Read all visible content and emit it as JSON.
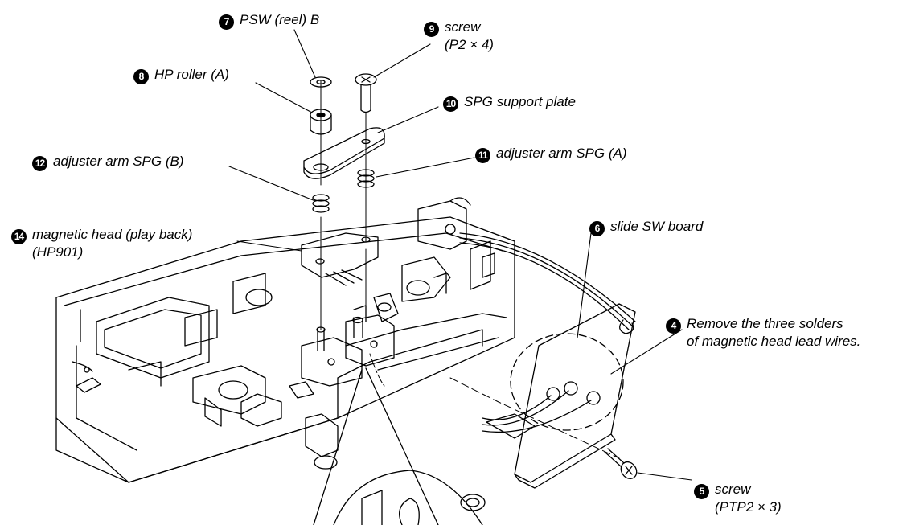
{
  "callouts": [
    {
      "id": "c7",
      "number": "7",
      "text": "PSW (reel) B",
      "text2": ""
    },
    {
      "id": "c9",
      "number": "9",
      "text": "screw",
      "text2": "(P2 × 4)"
    },
    {
      "id": "c8",
      "number": "8",
      "text": "HP roller (A)",
      "text2": ""
    },
    {
      "id": "c10",
      "number": "10",
      "text": "SPG support plate",
      "text2": ""
    },
    {
      "id": "c12",
      "number": "12",
      "text": "adjuster arm SPG (B)",
      "text2": ""
    },
    {
      "id": "c11",
      "number": "11",
      "text": "adjuster arm SPG (A)",
      "text2": ""
    },
    {
      "id": "c14",
      "number": "14",
      "text": "magnetic head (play back)",
      "text2": "(HP901)"
    },
    {
      "id": "c6",
      "number": "6",
      "text": "slide SW board",
      "text2": ""
    },
    {
      "id": "c4",
      "number": "4",
      "text": "Remove the three solders",
      "text2": "of magnetic head lead wires."
    },
    {
      "id": "c5",
      "number": "5",
      "text": "screw",
      "text2": "(PTP2 × 3)"
    }
  ]
}
